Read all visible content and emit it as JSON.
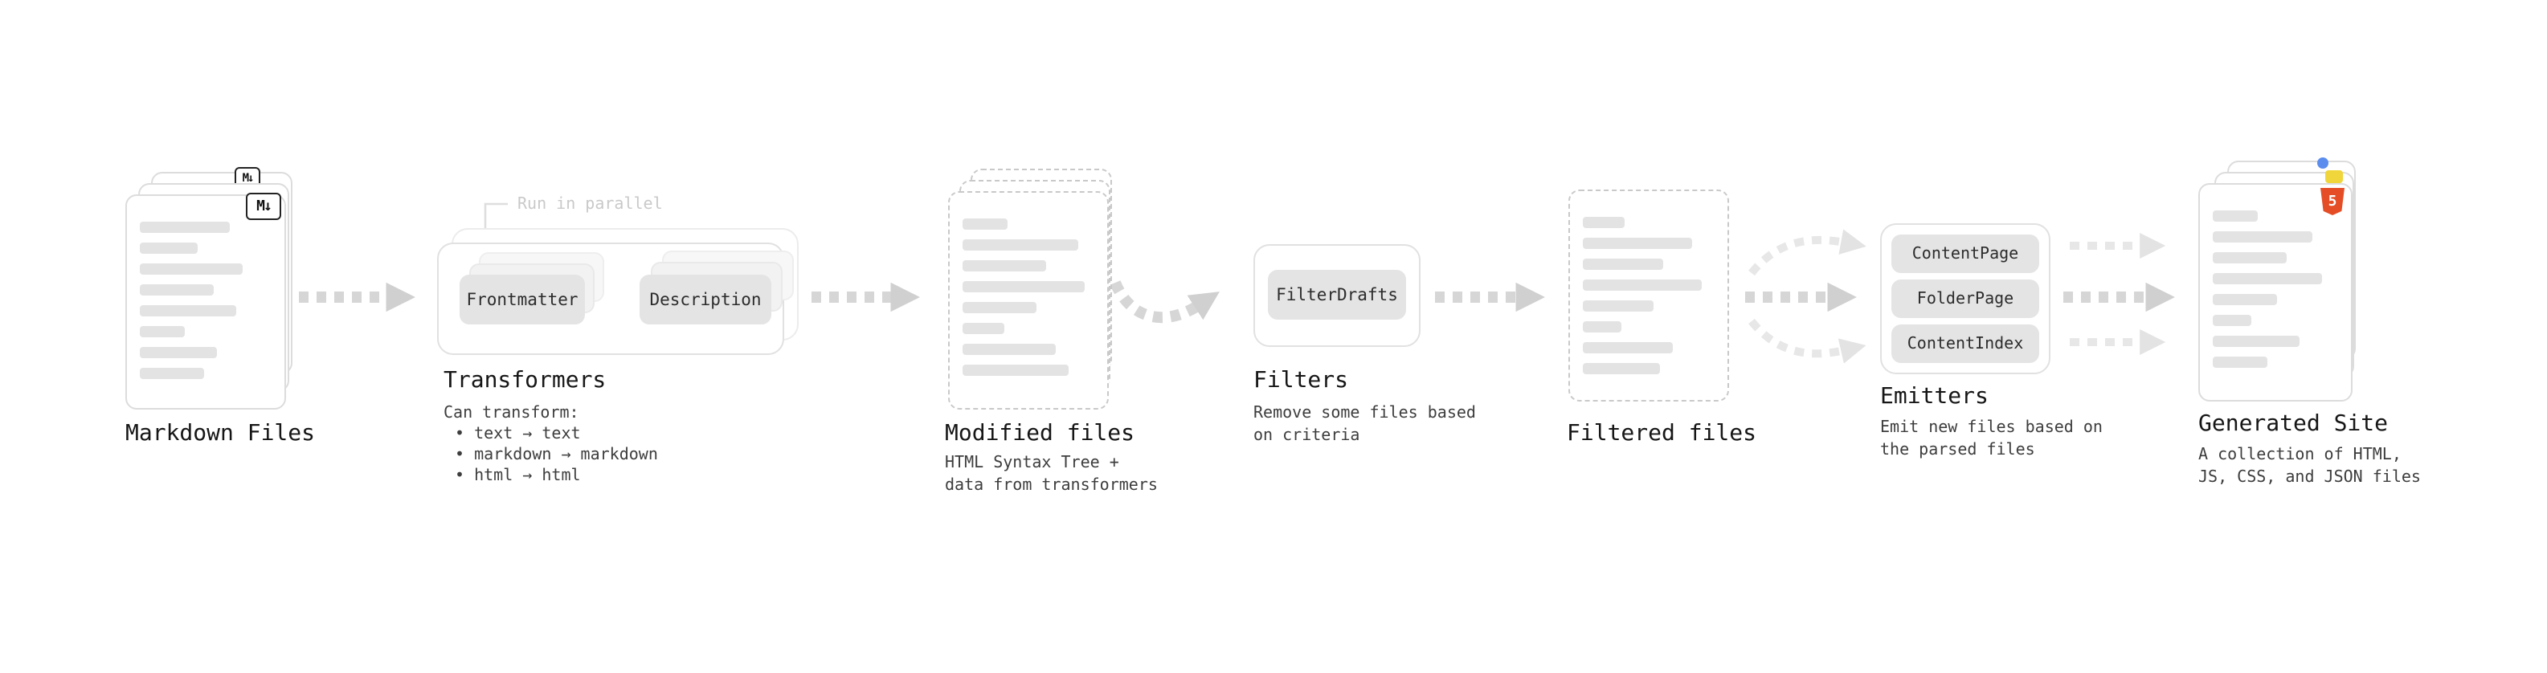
{
  "colors": {
    "arrow_gray": "#d6d6d6",
    "arrow_light_gray": "#e7e7e7",
    "card_border": "#dcdcdc",
    "dashed_border": "#c9c9c9",
    "button_bg": "#e4e4e4",
    "html5_orange": "#e44d26",
    "js_yellow": "#f0d63a",
    "css_blue": "#5b8def"
  },
  "stages": {
    "markdown_files": {
      "label": "Markdown Files",
      "badge": "M↓"
    },
    "transformers": {
      "label": "Transformers",
      "annotation": "Run in parallel",
      "box1": "Frontmatter",
      "box2": "Description",
      "sub_title": "Can transform:",
      "bullets": [
        "• text → text",
        "• markdown → markdown",
        "• html → html"
      ]
    },
    "modified_files": {
      "label": "Modified files",
      "sub": "HTML Syntax Tree +\ndata from transformers"
    },
    "filters": {
      "label": "Filters",
      "box1": "FilterDrafts",
      "sub": "Remove some files based\non criteria"
    },
    "filtered_files": {
      "label": "Filtered files"
    },
    "emitters": {
      "label": "Emitters",
      "box1": "ContentPage",
      "box2": "FolderPage",
      "box3": "ContentIndex",
      "sub": "Emit new files based on\nthe parsed files"
    },
    "generated_site": {
      "label": "Generated Site",
      "badge": "5",
      "sub": "A collection of HTML,\nJS, CSS, and JSON files"
    }
  }
}
